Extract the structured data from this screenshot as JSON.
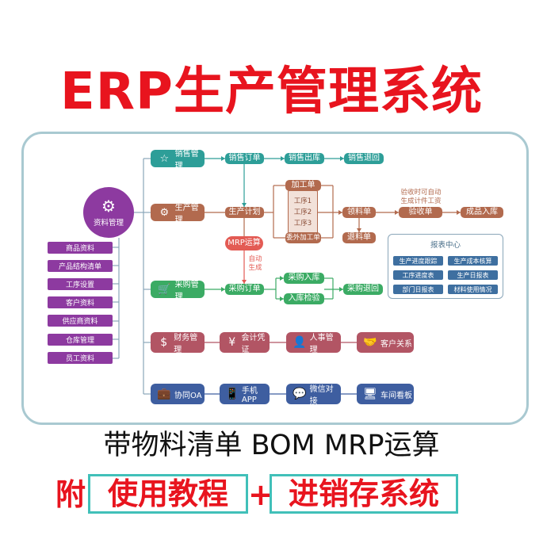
{
  "title": "ERP生产管理系统",
  "hub": {
    "label": "资料管理"
  },
  "side_items": [
    "商品资料",
    "产品结构清单",
    "工序设置",
    "客户资料",
    "供应商资料",
    "仓库管理",
    "员工资料"
  ],
  "categories": {
    "sales": "销售管理",
    "production": "生产管理",
    "purchase": "采购管理",
    "finance": "财务管理",
    "oa": "协同OA"
  },
  "sales_flow": {
    "order": "销售订单",
    "outbound": "销售出库",
    "return": "销售退回"
  },
  "production_flow": {
    "plan": "生产计划",
    "mrp": "MRP运算",
    "auto_gen": "自动\n生成",
    "processing": "加工单",
    "steps": [
      "工序1",
      "工序2",
      "工序3"
    ],
    "outsource": "委外加工单",
    "pick": "领料单",
    "return_material": "退料单",
    "acceptance": "验收单",
    "finished": "成品入库",
    "wage_note": "验收时可自动\n生成计件工资"
  },
  "purchase_flow": {
    "order": "采购订单",
    "inbound": "采购入库",
    "inspection": "入库检验",
    "return": "采购退回"
  },
  "report": {
    "title": "报表中心",
    "items": [
      "生产进度跟踪",
      "生产成本核算",
      "工序进度表",
      "生产日报表",
      "部门日报表",
      "材料使用情况"
    ]
  },
  "finance_row": [
    "会计凭证",
    "人事管理",
    "客户关系"
  ],
  "oa_row": [
    "手机APP",
    "微信对接",
    "车间看板"
  ],
  "subtitle": "带物料清单 BOM MRP运算",
  "bottom": {
    "prefix": "附",
    "box1": "使用教程",
    "plus": "+",
    "box2": "进销存系统"
  },
  "colors": {
    "title": "#e8141e",
    "teal": "#2d9e98",
    "brown": "#b26a4e",
    "green": "#3bab64",
    "rose": "#b25564",
    "navy": "#3e5ea0",
    "purple": "#8d3aa0",
    "frame": "#41c0b9"
  },
  "icons": [
    "star-icon",
    "gear-icon",
    "cart-icon",
    "dollar-icon",
    "yen-icon",
    "user-icon",
    "handshake-icon",
    "briefcase-icon",
    "phone-icon",
    "chat-icon",
    "monitor-icon"
  ]
}
